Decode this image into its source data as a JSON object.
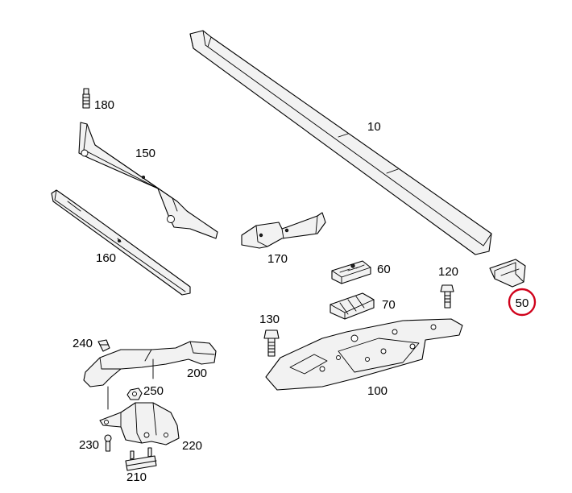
{
  "labels": {
    "p10": "10",
    "p50": "50",
    "p60": "60",
    "p70": "70",
    "p100": "100",
    "p120": "120",
    "p130": "130",
    "p150": "150",
    "p160": "160",
    "p170": "170",
    "p180": "180",
    "p200": "200",
    "p210": "210",
    "p220": "220",
    "p230": "230",
    "p240": "240",
    "p250": "250"
  },
  "highlight": {
    "part": "50",
    "color": "#d0021b"
  }
}
